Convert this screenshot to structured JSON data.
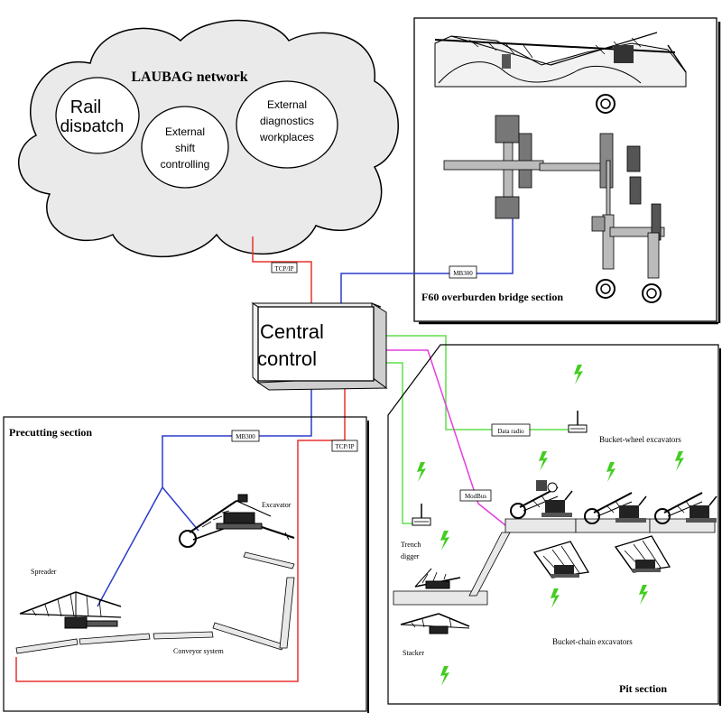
{
  "cloud": {
    "title": "LAUBAG network",
    "rail": "Rail",
    "rail_cut": "dispatch",
    "shift_lines": [
      "External",
      "shift",
      "controlling"
    ],
    "diag_lines": [
      "External",
      "diagnostics",
      "workplaces"
    ]
  },
  "central": {
    "lines": [
      "Central",
      "control"
    ]
  },
  "links": {
    "tcpip_top": "TCP/IP",
    "mb300_top": "MB300",
    "mb300_left": "MB300",
    "tcpip_left": "TCP/IP",
    "data_radio": "Data radio",
    "modbus": "ModBus"
  },
  "f60": {
    "title": "F60 overburden bridge section"
  },
  "precut": {
    "title": "Precutting section",
    "excavator": "Excavator",
    "spreader": "Spreader",
    "conveyor": "Conveyor system"
  },
  "pit": {
    "title": "Pit section",
    "bwe": "Bucket-wheel excavators",
    "bce": "Bucket-chain excavators",
    "trench_lines": [
      "Trench",
      "digger"
    ],
    "stacker": "Stacker"
  },
  "colors": {
    "red": "#e8322b",
    "blue": "#2b3ccc",
    "green": "#5fe04a",
    "magenta": "#e43ee0",
    "bolt": "#44cc22"
  }
}
